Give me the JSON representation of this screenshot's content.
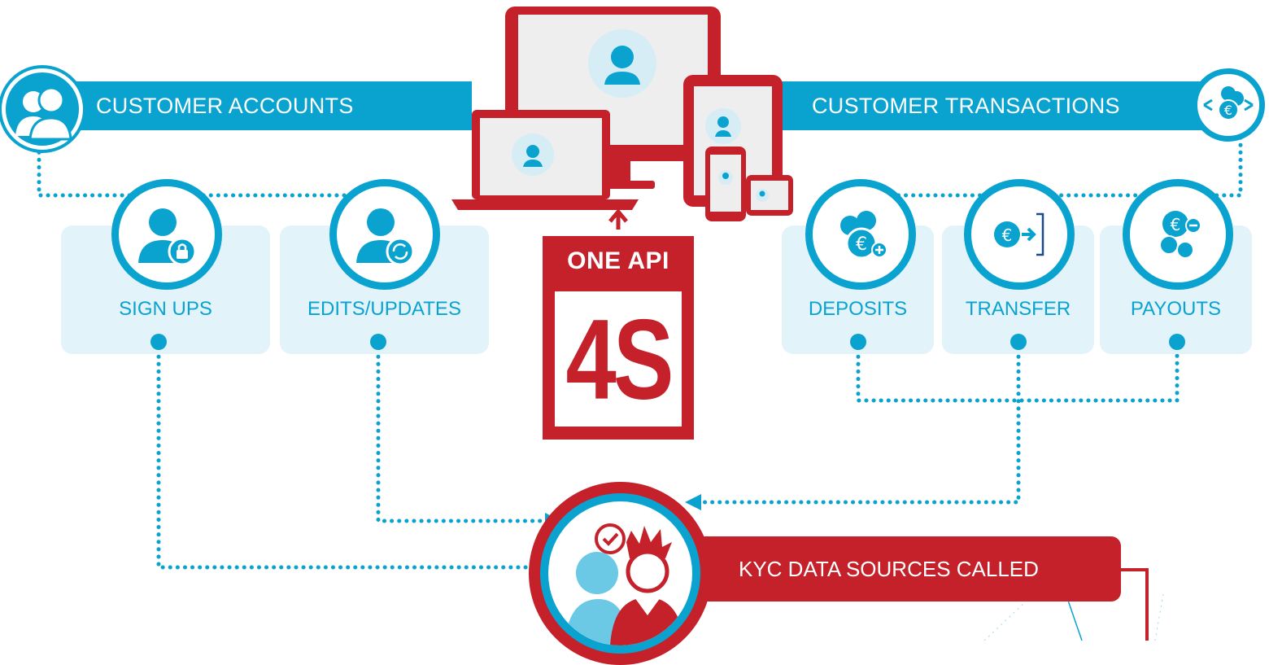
{
  "colors": {
    "blue": "#0aa3d0",
    "red": "#c4212b",
    "light": "#e3f3fa",
    "screen": "#eeeeee"
  },
  "banners": {
    "accounts": "CUSTOMER ACCOUNTS",
    "transactions": "CUSTOMER TRANSACTIONS"
  },
  "accounts": [
    {
      "label": "SIGN UPS",
      "icon": "user-lock-icon"
    },
    {
      "label": "EDITS/UPDATES",
      "icon": "user-refresh-icon"
    }
  ],
  "transactions": [
    {
      "label": "DEPOSITS",
      "icon": "coins-plus-icon"
    },
    {
      "label": "TRANSFER",
      "icon": "coin-transfer-icon"
    },
    {
      "label": "PAYOUTS",
      "icon": "coins-minus-icon"
    }
  ],
  "api": {
    "title": "ONE API",
    "brand": "4S"
  },
  "kyc": {
    "label": "KYC DATA SOURCES CALLED"
  },
  "icons": [
    "customers-icon",
    "euro-exchange-icon",
    "devices-icon",
    "kyc-check-icon"
  ]
}
